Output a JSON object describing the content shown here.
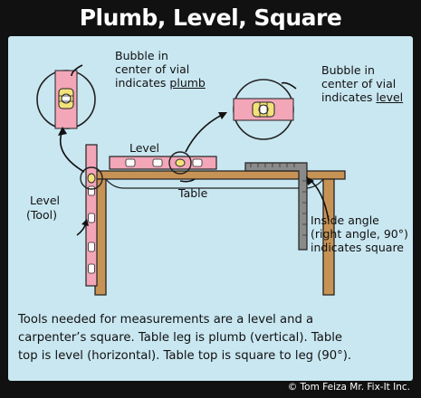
{
  "title": "Plumb, Level, Square",
  "labels": {
    "plumb_line1": "Bubble in",
    "plumb_line2": "center of vial",
    "plumb_line3_prefix": "indicates ",
    "plumb_line3_word": "plumb",
    "level_line1": "Bubble in",
    "level_line2": "center of vial",
    "level_line3_prefix": "indicates ",
    "level_line3_word": "level",
    "level_tool_1": "Level",
    "level_tool_2": "(Tool)",
    "level_top": "Level",
    "table": "Table",
    "inside_1": "Inside angle",
    "inside_2": "(right angle, 90°)",
    "inside_3": "indicates square"
  },
  "caption": {
    "line1": "Tools needed for measurements are a level and a",
    "line2": "carpenter’s square. Table leg is plumb (vertical). Table",
    "line3": "top is level (horizontal). Table top is square to leg (90°)."
  },
  "credit": "© Tom Feiza Mr. Fix-It Inc.",
  "colors": {
    "background": "#c9e7f1",
    "frame": "#111111",
    "level_pink": "#f2a6b8",
    "vial_yellow": "#f3e27a",
    "wood": "#c79355",
    "square_gray": "#8a8a8a"
  }
}
